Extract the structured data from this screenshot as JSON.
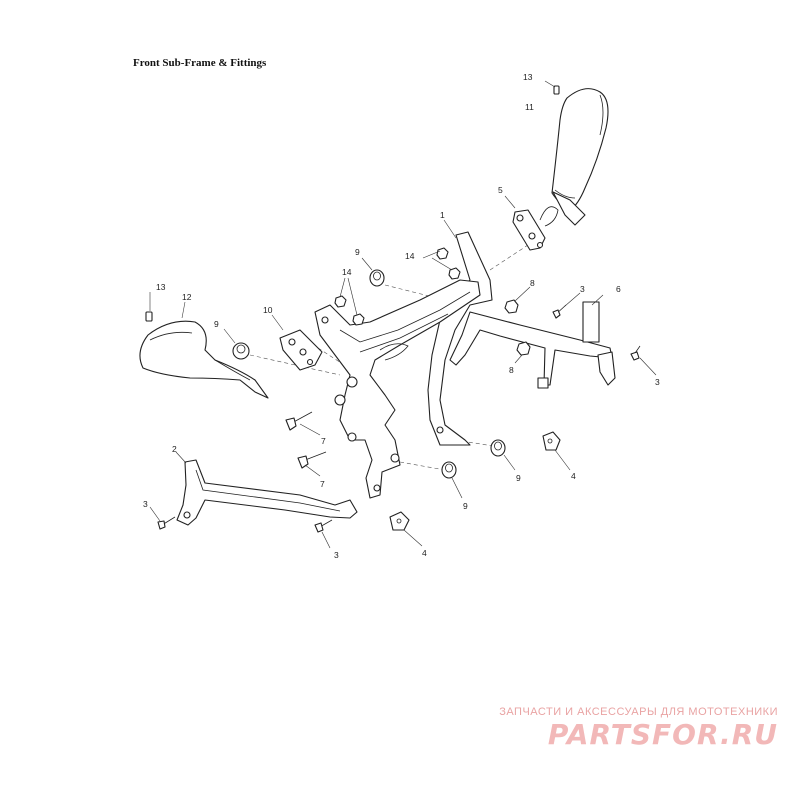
{
  "title": "Front Sub-Frame & Fittings",
  "callouts": [
    {
      "id": "c13a",
      "text": "13"
    },
    {
      "id": "c11",
      "text": "11"
    },
    {
      "id": "c5",
      "text": "5"
    },
    {
      "id": "c1",
      "text": "1"
    },
    {
      "id": "c14a",
      "text": "14"
    },
    {
      "id": "c9a",
      "text": "9"
    },
    {
      "id": "c14b",
      "text": "14"
    },
    {
      "id": "c8a",
      "text": "8"
    },
    {
      "id": "c3a",
      "text": "3"
    },
    {
      "id": "c6",
      "text": "6"
    },
    {
      "id": "c13b",
      "text": "13"
    },
    {
      "id": "c12",
      "text": "12"
    },
    {
      "id": "c10",
      "text": "10"
    },
    {
      "id": "c9b",
      "text": "9"
    },
    {
      "id": "c8b",
      "text": "8"
    },
    {
      "id": "c3b",
      "text": "3"
    },
    {
      "id": "c7a",
      "text": "7"
    },
    {
      "id": "c7b",
      "text": "7"
    },
    {
      "id": "c2",
      "text": "2"
    },
    {
      "id": "c9c",
      "text": "9"
    },
    {
      "id": "c4a",
      "text": "4"
    },
    {
      "id": "c9d",
      "text": "9"
    },
    {
      "id": "c3c",
      "text": "3"
    },
    {
      "id": "c3d",
      "text": "3"
    },
    {
      "id": "c4b",
      "text": "4"
    }
  ],
  "watermark": {
    "tagline": "ЗАПЧАСТИ И АКСЕССУАРЫ ДЛЯ МОТОТЕХНИКИ",
    "logo": "PARTSFOR.RU",
    "color": "#f2b8b8"
  }
}
